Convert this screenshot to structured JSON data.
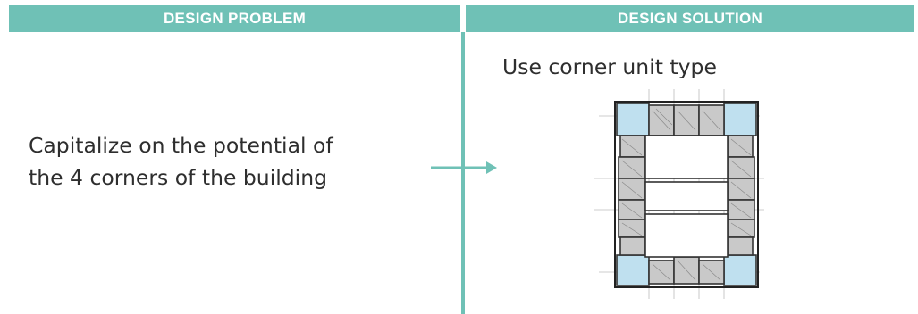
{
  "header": {
    "problem_label": "DESIGN PROBLEM",
    "solution_label": "DESIGN SOLUTION"
  },
  "problem": {
    "lines": [
      "Capitalize on the potential of",
      "the 4 corners of the building"
    ]
  },
  "solution": {
    "title": "Use corner unit type"
  },
  "colors": {
    "accent_teal": "#6fc1b6",
    "corner_unit_blue": "#bfe0ef",
    "unit_gray": "#c9c9c9",
    "sketch_line": "#333333"
  },
  "icons": {
    "arrow": "arrow-right-icon",
    "sketch": "building-plan-sketch"
  }
}
